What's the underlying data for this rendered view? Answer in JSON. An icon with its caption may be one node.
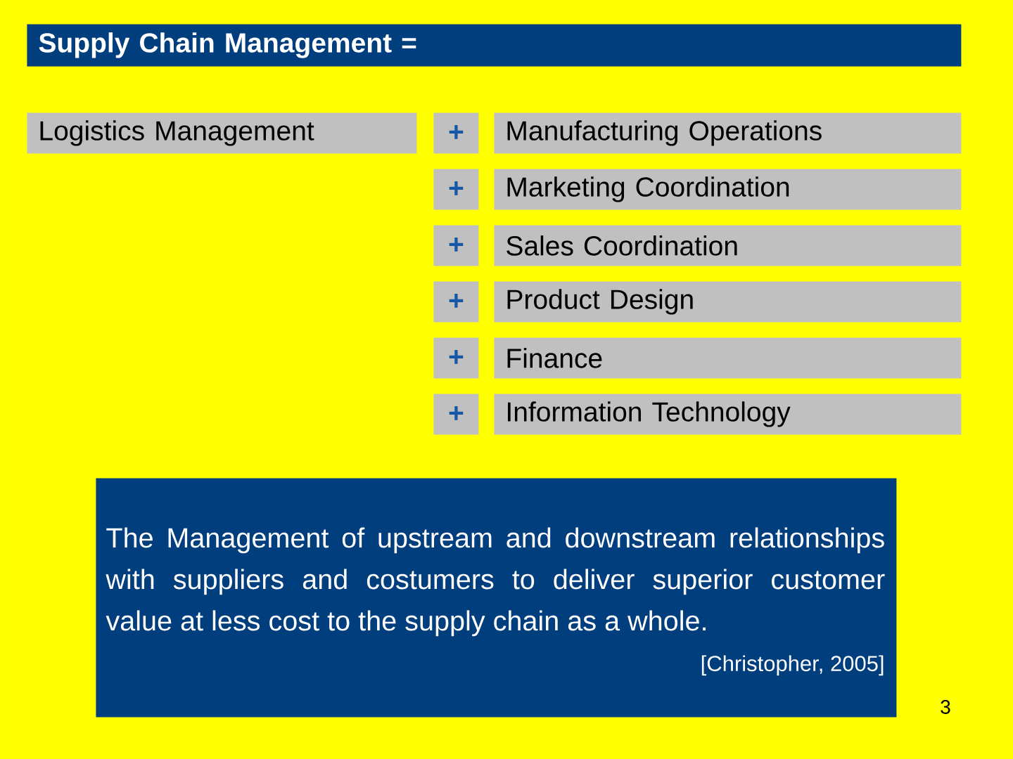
{
  "diagram": {
    "nodes": [
      {
        "text": [
          "Supply Chain Management ="
        ]
      },
      {
        "text": [
          "Logistics Management"
        ]
      },
      {
        "text": [
          "+"
        ]
      },
      {
        "text": [
          "Manufacturing Operations"
        ]
      },
      {
        "text": [
          "+"
        ]
      },
      {
        "text": [
          "Marketing Coordination"
        ]
      },
      {
        "text": [
          "+"
        ]
      },
      {
        "text": [
          "Sales Coordination"
        ]
      },
      {
        "text": [
          "+"
        ]
      },
      {
        "text": [
          "Product Design"
        ]
      },
      {
        "text": [
          "+"
        ]
      },
      {
        "text": [
          "Finance"
        ]
      },
      {
        "text": [
          "+"
        ]
      },
      {
        "text": [
          "Information Technology"
        ]
      },
      {
        "text": [
          "The Management of upstream and downstream relationships with suppliers and costumers to deliver superior customer value at less cost to the supply chain as a whole.",
          "[Christopher, 2005]"
        ]
      }
    ],
    "labels": [
      "3"
    ]
  }
}
